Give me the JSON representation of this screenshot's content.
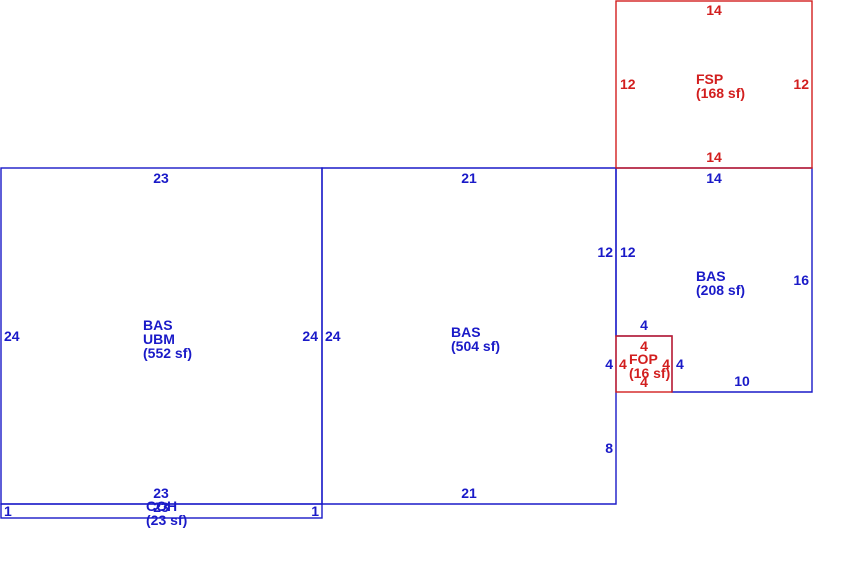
{
  "colors": {
    "living": "#1a1ac8",
    "porch": "#d21e1e"
  },
  "areas": [
    {
      "key": "bas_ubm",
      "code": "BAS",
      "code2": "UBM",
      "area": "(552 sf)",
      "color": "living",
      "dims": [
        "23",
        "24",
        "24",
        "23"
      ]
    },
    {
      "key": "bas_mid",
      "code": "BAS",
      "area": "(504 sf)",
      "color": "living",
      "dims": [
        "21",
        "24",
        "12",
        "4",
        "8",
        "21"
      ]
    },
    {
      "key": "bas_right",
      "code": "BAS",
      "area": "(208 sf)",
      "color": "living",
      "dims": [
        "14",
        "12",
        "16",
        "4",
        "4",
        "10"
      ]
    },
    {
      "key": "fsp",
      "code": "FSP",
      "area": "(168 sf)",
      "color": "porch",
      "dims": [
        "14",
        "12",
        "12",
        "14"
      ]
    },
    {
      "key": "fop",
      "code": "FOP",
      "area": "(16 sf)",
      "color": "porch",
      "dims": [
        "4",
        "4",
        "4",
        "4"
      ]
    },
    {
      "key": "coh",
      "code": "COH",
      "area": "(23 sf)",
      "color": "living",
      "dims": [
        "1",
        "1",
        "23"
      ]
    }
  ]
}
